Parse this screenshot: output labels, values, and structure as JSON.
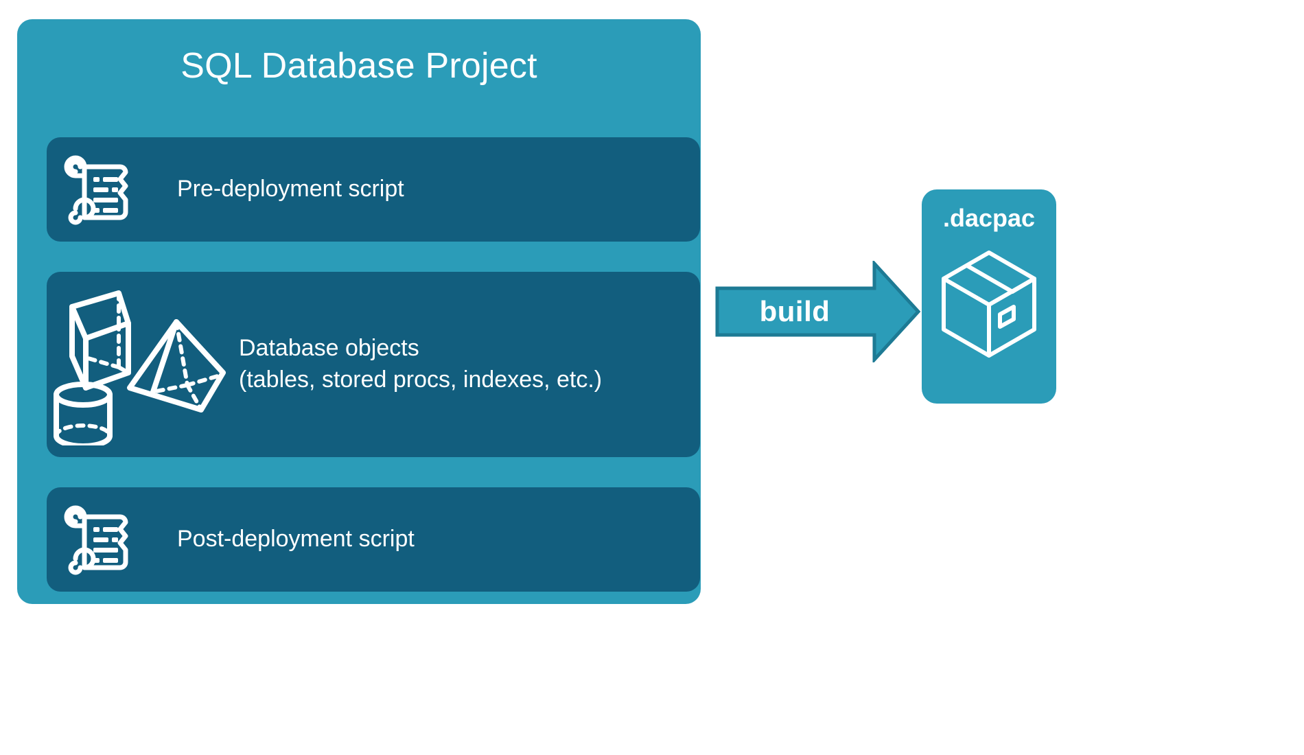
{
  "colors": {
    "background": "#ffffff",
    "container_teal": "#2b9cb8",
    "card_navy": "#125e7e",
    "arrow_fill": "#2b9cb8",
    "arrow_stroke": "#1d7a94",
    "text_white": "#ffffff"
  },
  "project": {
    "title": "SQL Database Project",
    "cards": [
      {
        "id": "pre-deployment",
        "label": "Pre-deployment script",
        "icon": "scroll-icon"
      },
      {
        "id": "database-objects",
        "label": "Database objects\n(tables, stored procs, indexes, etc.)",
        "icon_group": [
          "cube-icon",
          "pyramid-icon",
          "cylinder-icon"
        ]
      },
      {
        "id": "post-deployment",
        "label": "Post-deployment script",
        "icon": "scroll-icon"
      }
    ]
  },
  "flow": {
    "arrow": {
      "label": "build",
      "direction": "right",
      "icon": "block-arrow-right-icon"
    },
    "output": {
      "label": ".dacpac",
      "icon": "package-box-icon"
    }
  }
}
